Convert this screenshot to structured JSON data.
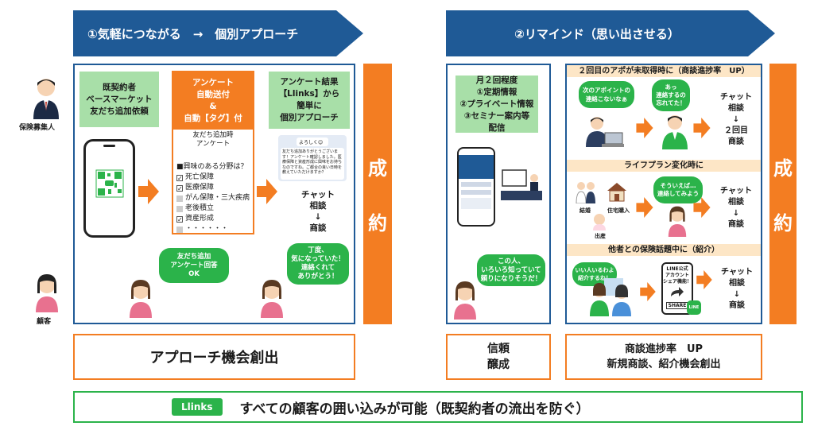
{
  "roles": {
    "agent": "保険募集人",
    "customer": "顧客"
  },
  "step1": {
    "banner": "①気軽につながる　→　個別アプローチ",
    "box1": [
      "既契約者",
      "ベースマーケット",
      "友だち追加依頼"
    ],
    "box2_head": [
      "アンケート",
      "自動送付",
      "&",
      "自動【タグ】付"
    ],
    "survey_title": [
      "友だち追加時",
      "アンケート"
    ],
    "survey_question": "■興味のある分野は？",
    "survey_items": [
      {
        "label": "死亡保障",
        "checked": true
      },
      {
        "label": "医療保障",
        "checked": true
      },
      {
        "label": "がん保障・三大疾病",
        "checked": false
      },
      {
        "label": "老後積立",
        "checked": false
      },
      {
        "label": "資産形成",
        "checked": true
      },
      {
        "label": "・・・・・・",
        "checked": false
      }
    ],
    "box3_head": [
      "アンケート結果",
      "【Llinks】から",
      "簡単に",
      "個別アプローチ"
    ],
    "chat_preview_name": "よろしく😊",
    "chat_preview_body": "友だち追加ありがとうございます！アンケート確認しました。医療保障と資産形成に興味をお持ちなのですね。ご都合の良い日時を教えていただけますか？",
    "chat_steps": [
      "チャット",
      "相談",
      "↓",
      "商談"
    ],
    "bubble1": [
      "友だち追加",
      "アンケート回答",
      "OK"
    ],
    "bubble2": [
      "丁度、",
      "気になっていた！",
      "連絡くれて",
      "ありがとう！"
    ],
    "result": "アプローチ機会創出"
  },
  "step2": {
    "banner": "②リマインド（思い出させる）",
    "info_box": [
      "月２回程度",
      "①定期情報",
      "②プライベート情報",
      "③セミナー案内等",
      "配信"
    ],
    "bubble_customer": [
      "この人、",
      "いろいろ知っていて",
      "頼りになりそうだ！"
    ],
    "result_trust": [
      "信頼",
      "醸成"
    ],
    "section1_title": "２回目のアポが未取得時に（商談進捗率　UP）",
    "s1_bubble1": [
      "次のアポイントの",
      "連絡こないなぁ"
    ],
    "s1_bubble2": [
      "あっ",
      "連絡するの",
      "忘れてた！"
    ],
    "s1_steps": [
      "チャット",
      "相談",
      "↓",
      "２回目",
      "商談"
    ],
    "section2_title": "ライフプラン変化時に",
    "s2_labels": [
      "結婚",
      "住宅購入",
      "出産"
    ],
    "s2_bubble": [
      "そういえば…",
      "連絡してみよう"
    ],
    "s2_steps": [
      "チャット",
      "相談",
      "↓",
      "商談"
    ],
    "section3_title": "他者との保険話題中に（紹介）",
    "s3_bubble": [
      "いい人いるわよ",
      "紹介するね！"
    ],
    "s3_card": [
      "LINE公式",
      "アカウント",
      "シェア機能！"
    ],
    "s3_share": "SHARE",
    "s3_line": "LINE",
    "s3_steps": [
      "チャット",
      "相談",
      "↓",
      "商談"
    ],
    "result_deal": [
      "商談進捗率　UP",
      "新規商談、紹介機会創出"
    ]
  },
  "seiyaku": [
    "成",
    "約"
  ],
  "bottom": {
    "logo": "Llinks",
    "text": "すべての顧客の囲い込みが可能（既契約者の流出を防ぐ）"
  },
  "colors": {
    "navy": "#1f5a96",
    "orange": "#f37d22",
    "green": "#2bb34a",
    "light_green": "#a8dfa8"
  }
}
